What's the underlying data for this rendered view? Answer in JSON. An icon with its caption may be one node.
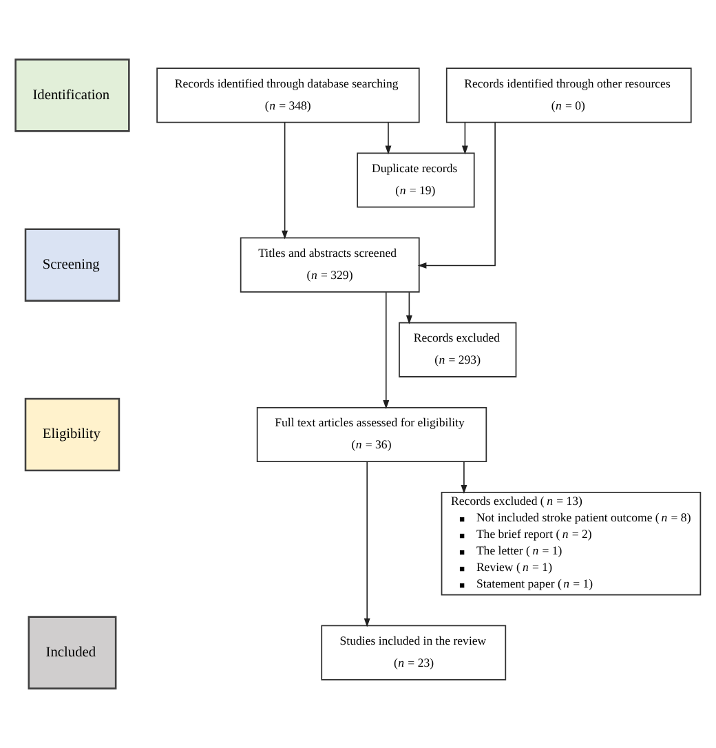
{
  "diagram": {
    "nodes": [
      {
        "text": [
          "Identification"
        ]
      },
      {
        "text": [
          "Records identified through database searching",
          "(*n* = 348)"
        ]
      },
      {
        "text": [
          "Records identified through other resources",
          "(*n* = 0)"
        ]
      },
      {
        "text": [
          "Duplicate records",
          "(*n* = 19)"
        ]
      },
      {
        "text": [
          "Screening"
        ]
      },
      {
        "text": [
          "Titles and abstracts screened",
          "(*n* = 329)"
        ]
      },
      {
        "text": [
          "Records excluded",
          "(*n* = 293)"
        ]
      },
      {
        "text": [
          "Eligibility"
        ]
      },
      {
        "text": [
          "Full text articles assessed for eligibility",
          "(*n* = 36)"
        ]
      },
      {
        "text": [
          "Records excluded (*n* = 13)",
          "Not included stroke patient outcome (*n* = 8)",
          "The brief report (*n* = 2)",
          "The letter (*n* = 1)",
          "Review (*n* = 1)",
          "Statement paper (*n* = 1)"
        ]
      },
      {
        "text": [
          "Included"
        ]
      },
      {
        "text": [
          "Studies included in the review",
          "(*n* = 23)"
        ]
      }
    ],
    "edges": [
      {
        "from": 1,
        "to": 5,
        "arrow": "to"
      },
      {
        "from": 2,
        "to": 5,
        "arrow": "to"
      },
      {
        "from": 1,
        "to": 3,
        "arrow": "to"
      },
      {
        "from": 2,
        "to": 3,
        "arrow": "to"
      },
      {
        "from": 5,
        "to": 6,
        "arrow": "to"
      },
      {
        "from": 5,
        "to": 8,
        "arrow": "to"
      },
      {
        "from": 8,
        "to": 9,
        "arrow": "to"
      },
      {
        "from": 8,
        "to": 11,
        "arrow": "to"
      }
    ]
  }
}
